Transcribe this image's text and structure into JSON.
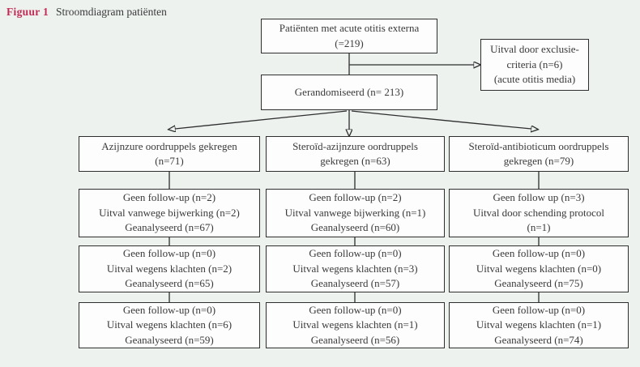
{
  "colors": {
    "background": "#edf2ef",
    "box_bg": "#fdfdfd",
    "box_border": "#2e2e2e",
    "line": "#2e2e2e",
    "text": "#3a3a3a",
    "accent": "#c22a55"
  },
  "figure": {
    "label": "Figuur 1",
    "title": "Stroomdiagram patiënten"
  },
  "flowchart": {
    "enrollment": {
      "lines": [
        "Patiënten met acute otitis externa",
        "(=219)"
      ]
    },
    "exclusion": {
      "lines": [
        "Uitval door exclusie-",
        "criteria (n=6)",
        "(acute otitis media)"
      ]
    },
    "randomized": {
      "lines": [
        "Gerandomiseerd (n= 213)"
      ]
    },
    "columns": [
      {
        "allocation": {
          "lines": [
            "Azijnzure oordruppels gekregen",
            "(n=71)"
          ]
        },
        "followup1": {
          "lines": [
            "Geen follow-up (n=2)",
            "Uitval vanwege bijwerking (n=2)",
            "Geanalyseerd (n=67)"
          ]
        },
        "followup2": {
          "lines": [
            "Geen follow-up (n=0)",
            "Uitval wegens klachten (n=2)",
            "Geanalyseerd (n=65)"
          ]
        },
        "followup3": {
          "lines": [
            "Geen follow-up (n=0)",
            "Uitval wegens klachten (n=6)",
            "Geanalyseerd (n=59)"
          ]
        }
      },
      {
        "allocation": {
          "lines": [
            "Steroïd-azijnzure oordruppels",
            "gekregen (n=63)"
          ]
        },
        "followup1": {
          "lines": [
            "Geen follow-up (n=2)",
            "Uitval vanwege bijwerking (n=1)",
            "Geanalyseerd (n=60)"
          ]
        },
        "followup2": {
          "lines": [
            "Geen follow-up (n=0)",
            "Uitval wegens klachten (n=3)",
            "Geanalyseerd (n=57)"
          ]
        },
        "followup3": {
          "lines": [
            "Geen follow-up (n=0)",
            "Uitval wegens klachten (n=1)",
            "Geanalyseerd (n=56)"
          ]
        }
      },
      {
        "allocation": {
          "lines": [
            "Steroïd-antibioticum oordruppels",
            "gekregen (n=79)"
          ]
        },
        "followup1": {
          "lines": [
            "Geen follow up (n=3)",
            "Uitval door schending protocol",
            "(n=1)"
          ]
        },
        "followup2": {
          "lines": [
            "Geen follow-up (n=0)",
            "Uitval wegens klachten (n=0)",
            "Geanalyseerd (n=75)"
          ]
        },
        "followup3": {
          "lines": [
            "Geen follow-up (n=0)",
            "Uitval wegens klachten (n=1)",
            "Geanalyseerd (n=74)"
          ]
        }
      }
    ]
  }
}
